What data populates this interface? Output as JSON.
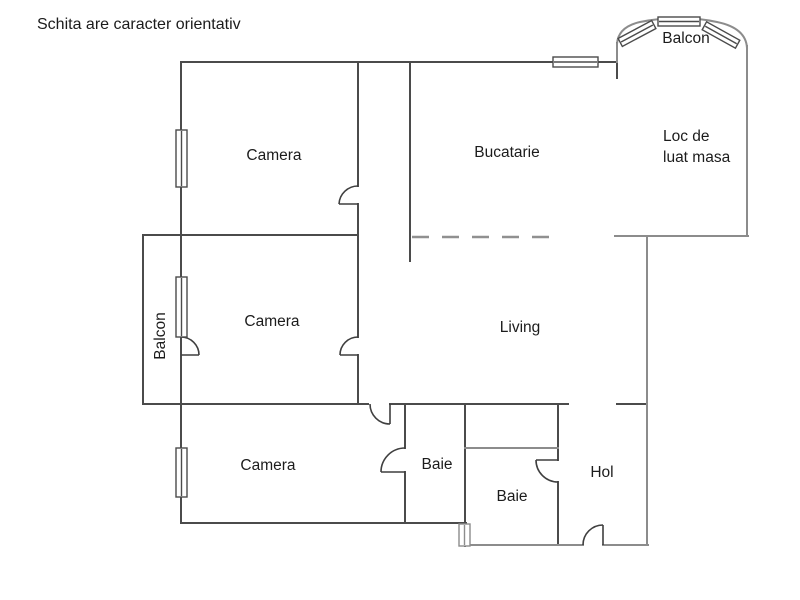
{
  "floorplan": {
    "disclaimer": "Schita are caracter orientativ",
    "rooms": [
      {
        "name": "camera-top",
        "label": "Camera"
      },
      {
        "name": "bucatarie",
        "label": "Bucatarie"
      },
      {
        "name": "loc-de-luat-masa",
        "label": "Loc de luat masa",
        "label_lines": [
          "Loc de",
          "luat masa"
        ]
      },
      {
        "name": "balcon-top-right",
        "label": "Balcon"
      },
      {
        "name": "camera-middle",
        "label": "Camera"
      },
      {
        "name": "balcon-left",
        "label": "Balcon"
      },
      {
        "name": "living",
        "label": "Living"
      },
      {
        "name": "camera-bottom",
        "label": "Camera"
      },
      {
        "name": "baie-left",
        "label": "Baie"
      },
      {
        "name": "baie-right",
        "label": "Baie"
      },
      {
        "name": "hol",
        "label": "Hol"
      }
    ],
    "colors": {
      "wall_dark": "#4b4b4b",
      "wall_light": "#8c8c8c",
      "text": "#1c1c1c",
      "background": "#ffffff"
    }
  }
}
